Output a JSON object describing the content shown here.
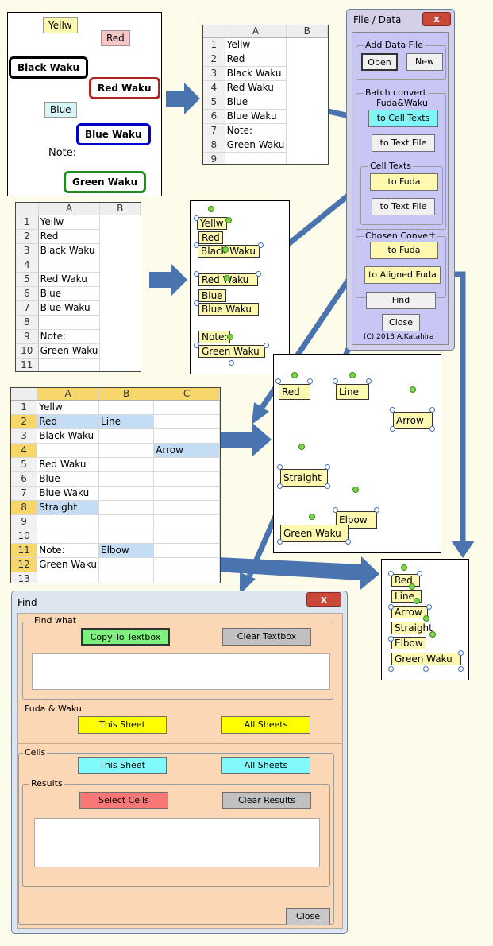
{
  "colors": {
    "arrow": "#4a74b0",
    "fuda": "#fff8b0",
    "red": "#b22222",
    "blue": "#0000cd",
    "green": "#228b22",
    "dialog_bg": "#fbd7b5",
    "file_data_bg": "#c8c6f4"
  },
  "top_shapes": {
    "yellw": "Yellw",
    "red": "Red",
    "black_waku": "Black Waku",
    "red_waku": "Red Waku",
    "blue": "Blue",
    "blue_waku": "Blue Waku",
    "note": "Note:",
    "green_waku": "Green Waku"
  },
  "sheet1": {
    "col_a": "A",
    "col_b": "B",
    "rows": [
      [
        "1",
        "Yellw"
      ],
      [
        "2",
        "Red"
      ],
      [
        "3",
        "Black Waku"
      ],
      [
        "4",
        "Red Waku"
      ],
      [
        "5",
        "Blue"
      ],
      [
        "6",
        "Blue Waku"
      ],
      [
        "7",
        "Note:"
      ],
      [
        "8",
        "Green Waku"
      ],
      [
        "9",
        ""
      ]
    ]
  },
  "sheet2": {
    "col_a": "A",
    "col_b": "B",
    "rows": [
      [
        "1",
        "Yellw"
      ],
      [
        "2",
        "Red"
      ],
      [
        "3",
        "Black Waku"
      ],
      [
        "4",
        ""
      ],
      [
        "5",
        "Red Waku"
      ],
      [
        "6",
        "Blue"
      ],
      [
        "7",
        "Blue Waku"
      ],
      [
        "8",
        ""
      ],
      [
        "9",
        "Note:"
      ],
      [
        "10",
        "Green Waku"
      ],
      [
        "11",
        ""
      ]
    ]
  },
  "fuda1": {
    "yellw": "Yellw",
    "red": "Red",
    "black_waku": "Black Waku",
    "red_waku": "Red Waku",
    "blue": "Blue",
    "blue_waku": "Blue Waku",
    "note": "Note:",
    "green_waku": "Green Waku"
  },
  "sheet3": {
    "col_a": "A",
    "col_b": "B",
    "col_c": "C",
    "rows": [
      [
        "1",
        "Yellw",
        "",
        ""
      ],
      [
        "2",
        "Red",
        "Line",
        ""
      ],
      [
        "3",
        "Black Waku",
        "",
        ""
      ],
      [
        "4",
        "",
        "",
        "Arrow"
      ],
      [
        "5",
        "Red Waku",
        "",
        ""
      ],
      [
        "6",
        "Blue",
        "",
        ""
      ],
      [
        "7",
        "Blue Waku",
        "",
        ""
      ],
      [
        "8",
        "Straight",
        "",
        ""
      ],
      [
        "9",
        "",
        "",
        ""
      ],
      [
        "10",
        "",
        "",
        ""
      ],
      [
        "11",
        "Note:",
        "Elbow",
        ""
      ],
      [
        "12",
        "Green Waku",
        "",
        ""
      ],
      [
        "13",
        "",
        "",
        ""
      ]
    ]
  },
  "fuda2": {
    "red": "Red",
    "line": "Line",
    "arrow": "Arrow",
    "straight": "Straight",
    "elbow": "Elbow",
    "green_waku": "Green Waku"
  },
  "fuda3": {
    "red": "Red",
    "line": "Line",
    "arrow": "Arrow",
    "straight": "Straight",
    "elbow": "Elbow",
    "green_waku": "Green Waku"
  },
  "file_data": {
    "title": "File / Data",
    "close": "x",
    "add_data_file": "Add Data File",
    "open": "Open",
    "new": "New",
    "batch_convert": "Batch convert",
    "fuda_waku": "Fuda&Waku",
    "to_cell_texts": "to Cell Texts",
    "to_text_file1": "to Text File",
    "cell_texts": "Cell Texts",
    "to_fuda1": "to Fuda",
    "to_text_file2": "to Text File",
    "chosen_convert": "Chosen Convert",
    "to_fuda2": "to Fuda",
    "to_aligned_fuda": "to Aligned Fuda",
    "find": "Find",
    "close_btn": "Close",
    "copyright": "(C) 2013  A.Katahira"
  },
  "find": {
    "title": "Find",
    "close": "x",
    "find_what": "Find what",
    "copy_to_textbox": "Copy To Textbox",
    "clear_textbox": "Clear Textbox",
    "fuda_waku": "Fuda & Waku",
    "this_sheet1": "This Sheet",
    "all_sheets1": "All Sheets",
    "cells": "Cells",
    "this_sheet2": "This Sheet",
    "all_sheets2": "All Sheets",
    "results": "Results",
    "select_cells": "Select Cells",
    "clear_results": "Clear Results",
    "close_btn": "Close"
  }
}
